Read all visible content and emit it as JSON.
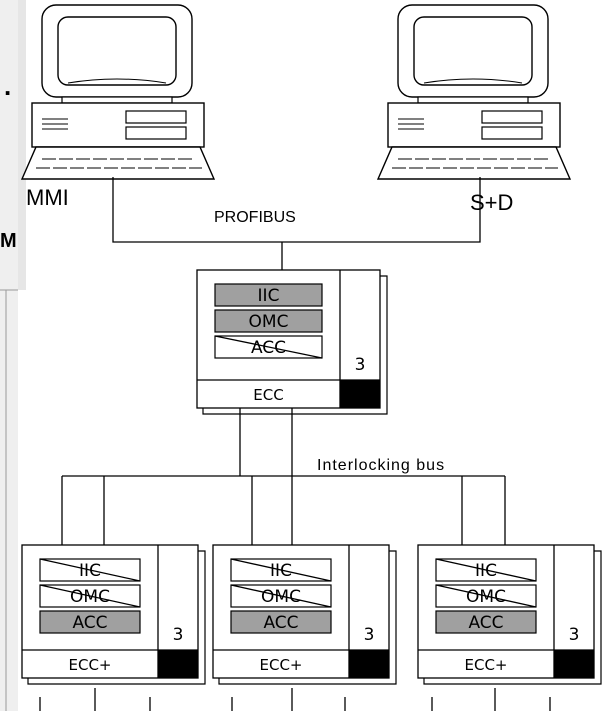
{
  "left_edge": {
    "period": ".",
    "m_fragment": "M"
  },
  "computers": {
    "left_label": "MMI",
    "right_label": "S+D"
  },
  "bus": {
    "profibus_label": "PROFIBUS",
    "interlocking_label": "Interlocking bus"
  },
  "main_unit": {
    "modules": [
      {
        "label": "IIC",
        "state": "active"
      },
      {
        "label": "OMC",
        "state": "active"
      },
      {
        "label": "ACC",
        "state": "disabled"
      }
    ],
    "slot_number": "3",
    "footer": "ECC"
  },
  "sub_units": [
    {
      "modules": [
        {
          "label": "IIC",
          "state": "disabled"
        },
        {
          "label": "OMC",
          "state": "disabled"
        },
        {
          "label": "ACC",
          "state": "active"
        }
      ],
      "slot_number": "3",
      "footer": "ECC+"
    },
    {
      "modules": [
        {
          "label": "IIC",
          "state": "disabled"
        },
        {
          "label": "OMC",
          "state": "disabled"
        },
        {
          "label": "ACC",
          "state": "active"
        }
      ],
      "slot_number": "3",
      "footer": "ECC+"
    },
    {
      "modules": [
        {
          "label": "IIC",
          "state": "disabled"
        },
        {
          "label": "OMC",
          "state": "disabled"
        },
        {
          "label": "ACC",
          "state": "active"
        }
      ],
      "slot_number": "3",
      "footer": "ECC+"
    }
  ],
  "colors": {
    "active_module": "#a0a0a0",
    "slot_block": "#000000",
    "panel_gray": "#eeeeee",
    "line": "#000000"
  }
}
